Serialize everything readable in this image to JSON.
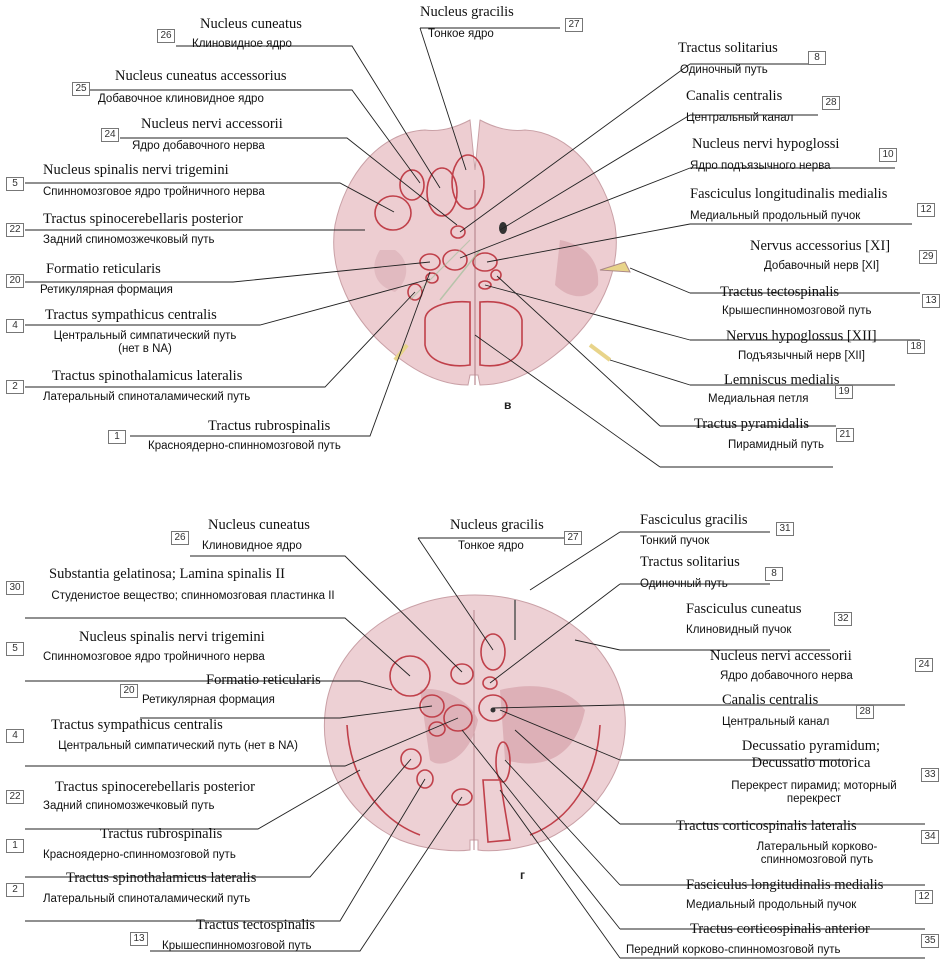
{
  "colors": {
    "tissue": "#eed1d4",
    "grey_matter": "#c997a2",
    "outline": "#c0404a",
    "leader": "#222222",
    "box_border": "#777777"
  },
  "top_section": {
    "section_letter": "в",
    "labels": [
      {
        "num": "26",
        "lat": "Nucleus cuneatus",
        "ru": "Клиновидное ядро"
      },
      {
        "num": "25",
        "lat": "Nucleus cuneatus accessorius",
        "ru": "Добавочное клиновидное ядро"
      },
      {
        "num": "24",
        "lat": "Nucleus nervi accessorii",
        "ru": "Ядро добавочного нерва"
      },
      {
        "num": "5",
        "lat": "Nucleus spinalis nervi trigemini",
        "ru": "Спинномозговое ядро тройничного нерва"
      },
      {
        "num": "22",
        "lat": "Tractus spinocerebellaris posterior",
        "ru": "Задний спиномозжечковый путь"
      },
      {
        "num": "20",
        "lat": "Formatio reticularis",
        "ru": "Ретикулярная формация"
      },
      {
        "num": "4",
        "lat": "Tractus sympathicus centralis",
        "ru": "Центральный симпатический путь (нет в NA)"
      },
      {
        "num": "2",
        "lat": "Tractus spinothalamicus lateralis",
        "ru": "Латеральный спиноталамический путь"
      },
      {
        "num": "1",
        "lat": "Tractus rubrospinalis",
        "ru": "Красноядерно-спинномозговой путь"
      },
      {
        "num": "27",
        "lat": "Nucleus gracilis",
        "ru": "Тонкое ядро"
      },
      {
        "num": "8",
        "lat": "Tractus solitarius",
        "ru": "Одиночный путь"
      },
      {
        "num": "28",
        "lat": "Canalis centralis",
        "ru": "Центральный канал"
      },
      {
        "num": "10",
        "lat": "Nucleus nervi hypoglossi",
        "ru": "Ядро подъязычного нерва"
      },
      {
        "num": "12",
        "lat": "Fasciculus longitudinalis medialis",
        "ru": "Медиальный продольный пучок"
      },
      {
        "num": "29",
        "lat": "Nervus accessorius [XI]",
        "ru": "Добавочный нерв [XI]"
      },
      {
        "num": "13",
        "lat": "Tractus tectospinalis",
        "ru": "Крышеспинномозговой путь"
      },
      {
        "num": "18",
        "lat": "Nervus hypoglossus [XII]",
        "ru": "Подъязычный нерв [XII]"
      },
      {
        "num": "19",
        "lat": "Lemniscus medialis",
        "ru": "Медиальная петля"
      },
      {
        "num": "21",
        "lat": "Tractus pyramidalis",
        "ru": "Пирамидный путь"
      }
    ]
  },
  "bottom_section": {
    "section_letter": "г",
    "labels": [
      {
        "num": "26",
        "lat": "Nucleus cuneatus",
        "ru": "Клиновидное ядро"
      },
      {
        "num": "30",
        "lat": "Substantia gelatinosa; Lamina spinalis II",
        "ru": "Студенистое вещество; спинномозговая пластинка II"
      },
      {
        "num": "5",
        "lat": "Nucleus spinalis nervi trigemini",
        "ru": "Спинномозговое ядро тройничного нерва"
      },
      {
        "num": "20",
        "lat": "Formatio reticularis",
        "ru": "Ретикулярная формация"
      },
      {
        "num": "4",
        "lat": "Tractus sympathicus centralis",
        "ru": "Центральный симпатический путь (нет в NA)"
      },
      {
        "num": "22",
        "lat": "Tractus spinocerebellaris posterior",
        "ru": "Задний спиномозжечковый путь"
      },
      {
        "num": "1",
        "lat": "Tractus rubrospinalis",
        "ru": "Красноядерно-спинномозговой путь"
      },
      {
        "num": "2",
        "lat": "Tractus spinothalamicus lateralis",
        "ru": "Латеральный спиноталамический путь"
      },
      {
        "num": "13",
        "lat": "Tractus tectospinalis",
        "ru": "Крышеспинномозговой путь"
      },
      {
        "num": "27",
        "lat": "Nucleus gracilis",
        "ru": "Тонкое ядро"
      },
      {
        "num": "31",
        "lat": "Fasciculus gracilis",
        "ru": "Тонкий пучок"
      },
      {
        "num": "8",
        "lat": "Tractus solitarius",
        "ru": "Одиночный путь"
      },
      {
        "num": "32",
        "lat": "Fasciculus cuneatus",
        "ru": "Клиновидный пучок"
      },
      {
        "num": "24",
        "lat": "Nucleus nervi accessorii",
        "ru": "Ядро добавочного нерва"
      },
      {
        "num": "28",
        "lat": "Canalis centralis",
        "ru": "Центральный канал"
      },
      {
        "num": "33",
        "lat": "Decussatio pyramidum; Decussatio motorica",
        "ru": "Перекрест пирамид; моторный перекрест"
      },
      {
        "num": "34",
        "lat": "Tractus corticospinalis lateralis",
        "ru": "Латеральный корково-спинномозговой путь"
      },
      {
        "num": "12",
        "lat": "Fasciculus longitudinalis medialis",
        "ru": "Медиальный продольный пучок"
      },
      {
        "num": "35",
        "lat": "Tractus corticospinalis anterior",
        "ru": "Передний корково-спинномозговой путь"
      }
    ]
  }
}
